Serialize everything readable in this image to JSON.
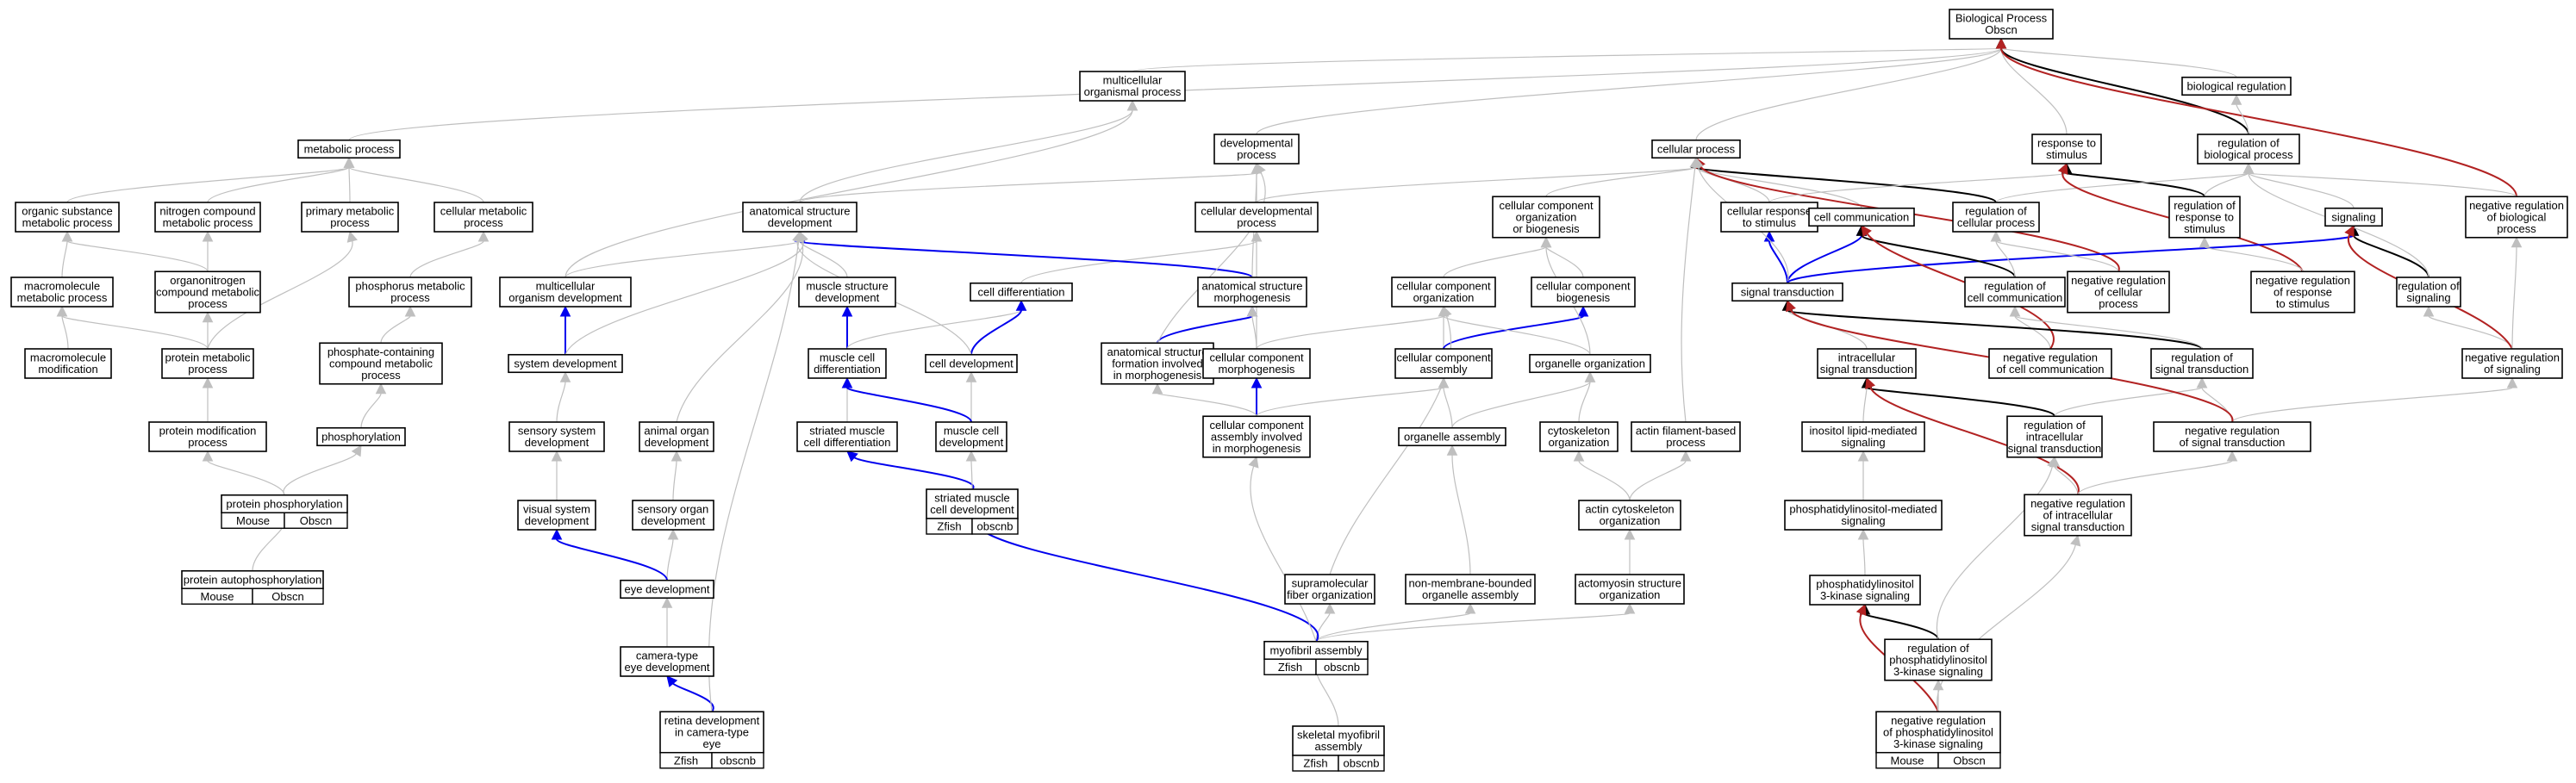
{
  "colors": {
    "gray_edge": "#bfbfbf",
    "blue_edge": "#0000ee",
    "black_edge": "#000000",
    "red_edge": "#b22222",
    "mouse_tag": "#add8e6",
    "zfish_tag": "#6495ed"
  },
  "nodes": {
    "bp": [
      "Biological Process",
      "Obscn"
    ],
    "mop": [
      "multicellular",
      "organismal process"
    ],
    "breg": [
      "biological regulation"
    ],
    "metp": [
      "metabolic process"
    ],
    "devp": [
      "developmental",
      "process"
    ],
    "cellp": [
      "cellular process"
    ],
    "rts": [
      "response to",
      "stimulus"
    ],
    "regbp": [
      "regulation of",
      "biological process"
    ],
    "osmp": [
      "organic substance",
      "metabolic process"
    ],
    "ncmp": [
      "nitrogen compound",
      "metabolic process"
    ],
    "pmp": [
      "primary metabolic",
      "process"
    ],
    "cmp": [
      "cellular metabolic",
      "process"
    ],
    "asd": [
      "anatomical structure",
      "development"
    ],
    "cdp": [
      "cellular developmental",
      "process"
    ],
    "ccob": [
      "cellular component",
      "organization",
      "or biogenesis"
    ],
    "crts": [
      "cellular response",
      "to stimulus"
    ],
    "ccomm": [
      "cell communication"
    ],
    "regcp": [
      "regulation of",
      "cellular process"
    ],
    "regrs": [
      "regulation of",
      "response to",
      "stimulus"
    ],
    "sig": [
      "signaling"
    ],
    "nregbp": [
      "negative regulation",
      "of biological",
      "process"
    ],
    "mmp": [
      "macromolecule",
      "metabolic process"
    ],
    "oncmp": [
      "organonitrogen",
      "compound metabolic",
      "process"
    ],
    "phmp": [
      "phosphorus metabolic",
      "process"
    ],
    "mcod": [
      "multicellular",
      "organism development"
    ],
    "msd": [
      "muscle structure",
      "development"
    ],
    "cdiff": [
      "cell differentiation"
    ],
    "asm": [
      "anatomical structure",
      "morphogenesis"
    ],
    "cco": [
      "cellular component",
      "organization"
    ],
    "ccb": [
      "cellular component",
      "biogenesis"
    ],
    "st": [
      "signal transduction"
    ],
    "regcc": [
      "regulation of",
      "cell communication"
    ],
    "nregcp": [
      "negative regulation",
      "of cellular",
      "process"
    ],
    "nregrs": [
      "negative regulation",
      "of response",
      "to stimulus"
    ],
    "regsig": [
      "regulation of",
      "signaling"
    ],
    "mm": [
      "macromolecule",
      "modification"
    ],
    "prmp": [
      "protein metabolic",
      "process"
    ],
    "pccmp": [
      "phosphate-containing",
      "compound metabolic",
      "process"
    ],
    "sysd": [
      "system development"
    ],
    "mcd": [
      "muscle cell",
      "differentiation"
    ],
    "celld": [
      "cell development"
    ],
    "asfm": [
      "anatomical structure",
      "formation involved",
      "in morphogenesis"
    ],
    "ccm": [
      "cellular component",
      "morphogenesis"
    ],
    "cca": [
      "cellular component",
      "assembly"
    ],
    "orgo": [
      "organelle organization"
    ],
    "ist": [
      "intracellular",
      "signal transduction"
    ],
    "nregcc": [
      "negative regulation",
      "of cell communication"
    ],
    "regst": [
      "regulation of",
      "signal transduction"
    ],
    "nregsig": [
      "negative regulation",
      "of signaling"
    ],
    "pmodp": [
      "protein modification",
      "process"
    ],
    "phos": [
      "phosphorylation"
    ],
    "ssd": [
      "sensory system",
      "development"
    ],
    "aod": [
      "animal organ",
      "development"
    ],
    "smcd": [
      "striated muscle",
      "cell differentiation"
    ],
    "mcdev": [
      "muscle cell",
      "development"
    ],
    "ccaim": [
      "cellular component",
      "assembly involved",
      "in morphogenesis"
    ],
    "orga": [
      "organelle assembly"
    ],
    "cytoo": [
      "cytoskeleton",
      "organization"
    ],
    "afbp": [
      "actin filament-based",
      "process"
    ],
    "ilms": [
      "inositol lipid-mediated",
      "signaling"
    ],
    "regist": [
      "regulation of",
      "intracellular",
      "signal transduction"
    ],
    "nregst": [
      "negative regulation",
      "of signal transduction"
    ],
    "pphos": [
      "protein phosphorylation"
    ],
    "vsd": [
      "visual system",
      "development"
    ],
    "sod": [
      "sensory organ",
      "development"
    ],
    "smcdev": [
      "striated muscle",
      "cell development"
    ],
    "acyto": [
      "actin cytoskeleton",
      "organization"
    ],
    "pims": [
      "phosphatidylinositol-mediated",
      "signaling"
    ],
    "nregist": [
      "negative regulation",
      "of intracellular",
      "signal transduction"
    ],
    "papho": [
      "protein autophosphorylation"
    ],
    "eyed": [
      "eye development"
    ],
    "pi3k": [
      "phosphatidylinositol",
      "3-kinase signaling"
    ],
    "asso": [
      "actomyosin structure",
      "organization"
    ],
    "sfo": [
      "supramolecular",
      "fiber organization"
    ],
    "nmboa": [
      "non-membrane-bounded",
      "organelle assembly"
    ],
    "cted": [
      "camera-type",
      "eye development"
    ],
    "mfa": [
      "myofibril assembly"
    ],
    "regpi3k": [
      "regulation of",
      "phosphatidylinositol",
      "3-kinase signaling"
    ],
    "retd": [
      "retina development",
      "in camera-type",
      "eye"
    ],
    "smfa": [
      "skeletal myofibril",
      "assembly"
    ],
    "nregpi3k": [
      "negative regulation",
      "of phosphatidylinositol",
      "3-kinase signaling"
    ]
  },
  "tags": {
    "pphos": [
      "Mouse",
      "Obscn"
    ],
    "papho": [
      "Mouse",
      "Obscn"
    ],
    "smcdev": [
      "Zfish",
      "obscnb"
    ],
    "mfa": [
      "Zfish",
      "obscnb"
    ],
    "retd": [
      "Zfish",
      "obscnb"
    ],
    "smfa": [
      "Zfish",
      "obscnb"
    ],
    "nregpi3k": [
      "Mouse",
      "Obscn"
    ]
  }
}
